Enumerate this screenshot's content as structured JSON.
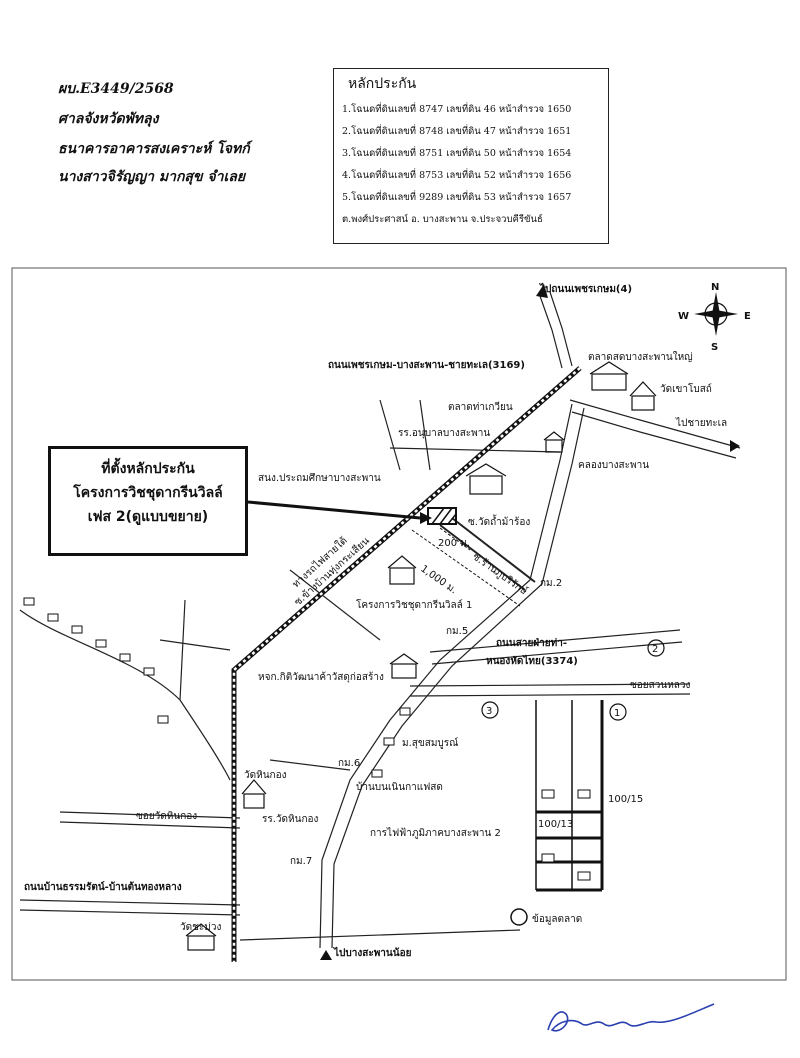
{
  "header": {
    "case_no": "ผบ.E3449/2568",
    "court": "ศาลจังหวัดพัทลุง",
    "plaintiff": "ธนาคารอาคารสงเคราะห์   โจทก์",
    "defendant": "นางสาวจิรัญญา มากสุข จำเลย"
  },
  "collateral": {
    "title": "หลักประกัน",
    "items": [
      "1.โฉนดที่ดินเลขที่ 8747 เลขที่ดิน 46 หน้าสำรวจ 1650",
      "2.โฉนดที่ดินเลขที่ 8748 เลขที่ดิน 47 หน้าสำรวจ 1651",
      "3.โฉนดที่ดินเลขที่ 8751 เลขที่ดิน 50 หน้าสำรวจ 1654",
      "4.โฉนดที่ดินเลขที่ 8753 เลขที่ดิน 52 หน้าสำรวจ 1656",
      "5.โฉนดที่ดินเลขที่ 9289 เลขที่ดิน 53 หน้าสำรวจ 1657"
    ],
    "location": "ต.พงศ์ประศาสน์ อ. บางสะพาน จ.ประจวบคีรีขันธ์"
  },
  "site_box": {
    "line1": "ที่ตั้งหลักประกัน",
    "line2": "โครงการวิชชุดากรีนวิลล์",
    "line3": "เฟส 2(ดูแบบขยาย)"
  },
  "compass": {
    "n": "N",
    "s": "S",
    "e": "E",
    "w": "W"
  },
  "labels": {
    "to_phetkasem": "ไปถนนเพชรเกษม(4)",
    "road_3169": "ถนนเพชรเกษม-บางสะพาน-ชายทะเล(3169)",
    "market_big": "ตลาดสดบางสะพานใหญ่",
    "wat_khao_bot": "วัดเขาโบสถ์",
    "to_beach": "ไปชายทะเล",
    "talat_tha_kwian": "ตลาดท่าเกวียน",
    "kindergarten": "รร.อนุบาลบางสะพาน",
    "klong": "คลองบางสะพาน",
    "edu_office": "สนง.ประถมศึกษาบางสะพาน",
    "soi_tham": "ซ.วัดถ้ำม้าร้อง",
    "dist_200": "200 ม.",
    "soi_ran": "ซ.ร้านภูบริรักษ์",
    "dist_1000": "1,000 ม.",
    "km2": "กม.2",
    "railway": "ทางรถไฟสายใต้",
    "soi_ban_thung": "ซ.ข้างบ้านทุ่งกระเสียน",
    "project1": "โครงการวิชชุดากรีนวิลล์ 1",
    "km5": "กม.5",
    "road_3374_a": "ถนนสายฝ่ายท่า-",
    "road_3374_b": "หนองหัดไทย(3374)",
    "circle2": "2",
    "construction": "หจก.กิติวัฒนาค้าวัสดุก่อสร้าง",
    "soi_suan": "ซอยสวนหลวง",
    "circle3": "3",
    "circle1": "1",
    "m_sukson": "ม.สุขสมบูรณ์",
    "km6": "กม.6",
    "wat_hin_kong": "วัดหินกอง",
    "cafe": "บ้านบนเนินกาแฟสด",
    "lot_100_15": "100/15",
    "soi_wat_hin": "ซอยวัดหินกอง",
    "school_hin": "รร.วัดหินกอง",
    "lot_100_13": "100/13",
    "power_office": "การไฟฟ้าภูมิภาคบางสะพาน 2",
    "km7": "กม.7",
    "road_tham": "ถนนบ้านธรรมรัตน์-บ้านต้นทองหลาง",
    "wat_chamuang": "วัดชะม่วง",
    "market_info": "ข้อมูลตลาด",
    "to_bang_noi": "ไปบางสะพานน้อย"
  },
  "signature_text": "Danmya"
}
